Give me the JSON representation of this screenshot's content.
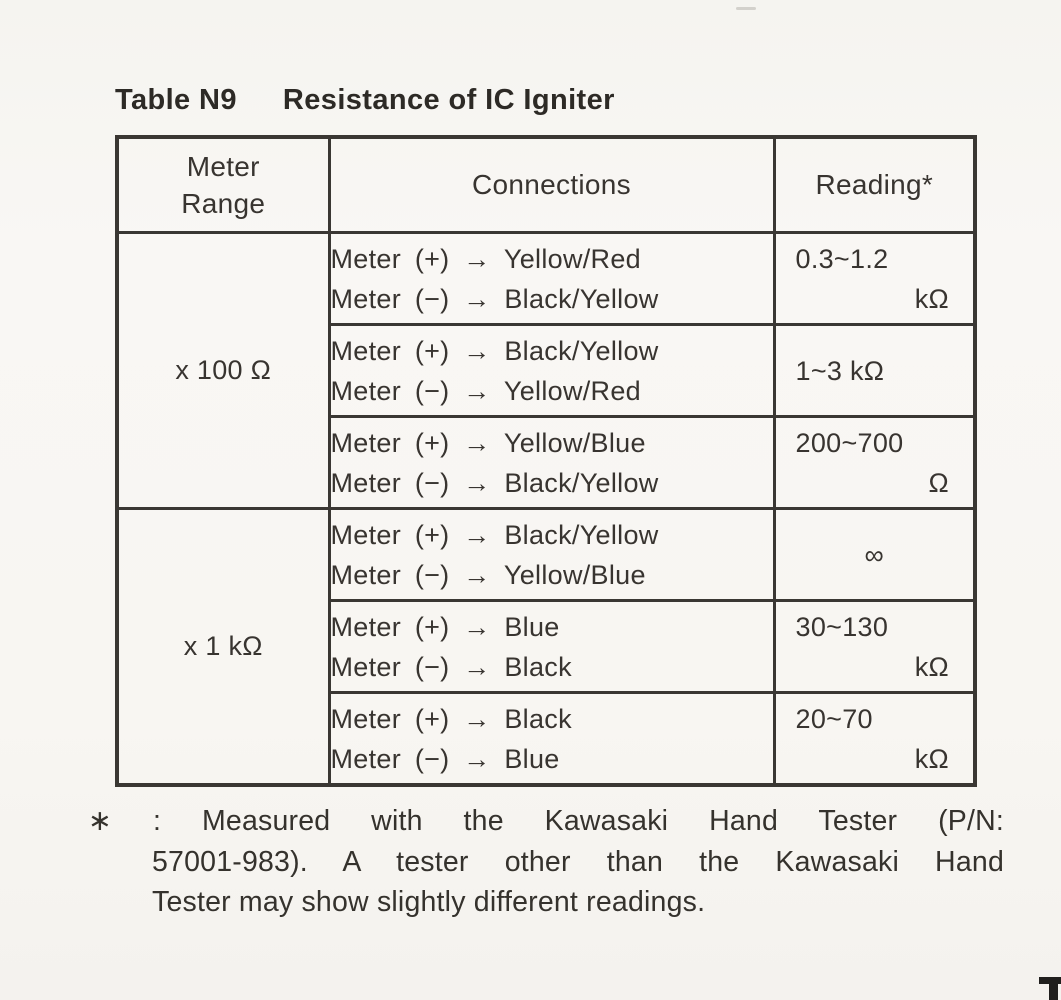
{
  "title": {
    "label": "Table N9",
    "text": "Resistance of IC Igniter"
  },
  "table": {
    "col_meter_range": "Meter\nRange",
    "col_connections": "Connections",
    "col_reading": "Reading*",
    "range_groups": [
      {
        "label": "x 100 Ω"
      },
      {
        "label": "x 1 kΩ"
      }
    ],
    "rows": [
      {
        "group": "x 100 Ω",
        "plus": "Meter (+) → Yellow/Red",
        "minus": "Meter (−) → Black/Yellow",
        "reading_line1": "0.3~1.2",
        "reading_line2": "kΩ"
      },
      {
        "group": "x 100 Ω",
        "plus": "Meter (+) → Black/Yellow",
        "minus": "Meter (−) → Yellow/Red",
        "reading_line1": "1~3 kΩ",
        "reading_line2": ""
      },
      {
        "group": "x 100 Ω",
        "plus": "Meter (+) → Yellow/Blue",
        "minus": "Meter (−) → Black/Yellow",
        "reading_line1": "200~700",
        "reading_line2": "Ω"
      },
      {
        "group": "x 1 kΩ",
        "plus": "Meter (+) → Black/Yellow",
        "minus": "Meter (−) → Yellow/Blue",
        "reading_line1": "∞",
        "reading_line2": ""
      },
      {
        "group": "x 1 kΩ",
        "plus": "Meter (+) → Blue",
        "minus": "Meter (−) → Black",
        "reading_line1": "30~130",
        "reading_line2": "kΩ"
      },
      {
        "group": "x 1 kΩ",
        "plus": "Meter (+) → Black",
        "minus": "Meter (−) → Blue",
        "reading_line1": "20~70",
        "reading_line2": "kΩ"
      }
    ]
  },
  "footnote": {
    "lines": [
      "∗ : Measured with the Kawasaki Hand Tester (P/N:",
      "57001-983).  A tester other than the Kawasaki Hand",
      "Tester may show slightly different readings."
    ]
  }
}
